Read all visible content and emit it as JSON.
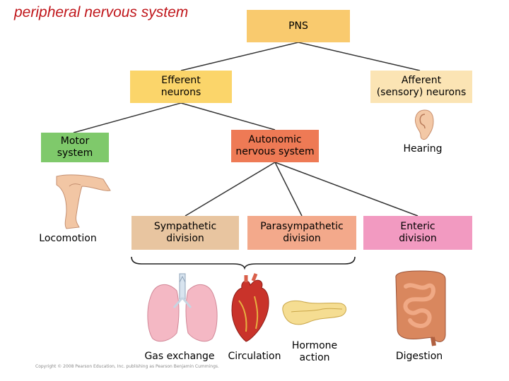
{
  "title": "peripheral nervous system",
  "colors": {
    "pns_box": "#f9ca6e",
    "efferent_box": "#fbd56a",
    "afferent_box": "#fbe4b4",
    "motor_box": "#7fc96b",
    "autonomic_box": "#ee7a55",
    "sympathetic_box": "#e8c5a0",
    "parasympathetic_box": "#f3a98b",
    "enteric_box": "#f29ac1",
    "title": "#c0161b"
  },
  "nodes": {
    "pns": "PNS",
    "efferent": "Efferent\nneurons",
    "afferent": "Afferent\n(sensory) neurons",
    "motor": "Motor\nsystem",
    "autonomic": "Autonomic\nnervous system",
    "sympathetic": "Sympathetic\ndivision",
    "parasympathetic": "Parasympathetic\ndivision",
    "enteric": "Enteric\ndivision"
  },
  "labels": {
    "hearing": "Hearing",
    "locomotion": "Locomotion",
    "gas_exchange": "Gas exchange",
    "circulation": "Circulation",
    "hormone_action": "Hormone\naction",
    "digestion": "Digestion"
  },
  "copyright": "Copyright © 2008 Pearson Education, Inc. publishing as Pearson Benjamin Cummings."
}
